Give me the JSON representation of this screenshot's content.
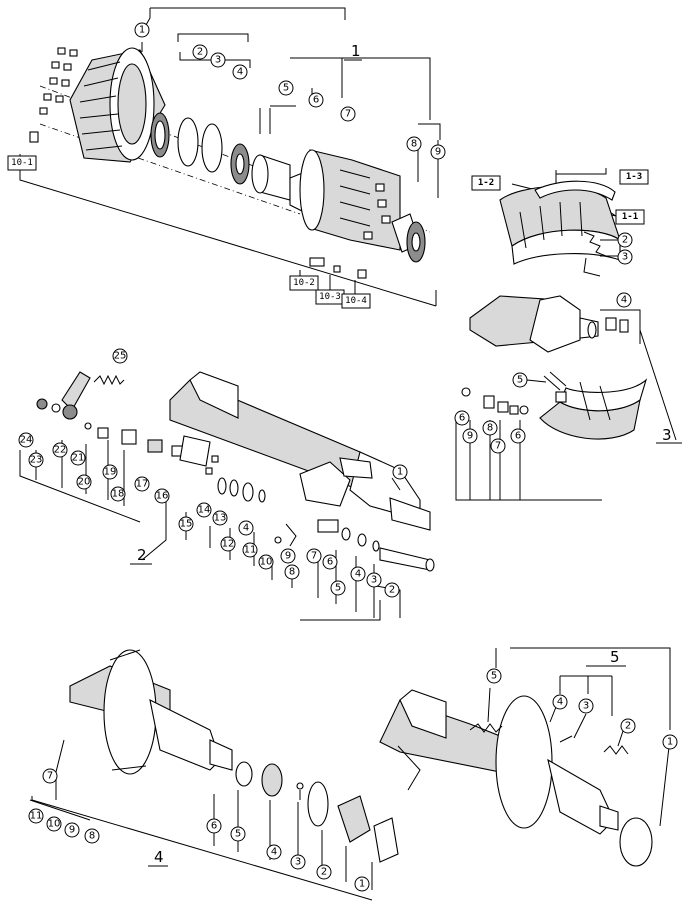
{
  "groups": [
    {
      "label": "1"
    },
    {
      "label": "2"
    },
    {
      "label": "3"
    },
    {
      "label": "4"
    },
    {
      "label": "5"
    }
  ],
  "assembly1": {
    "callouts": [
      "1",
      "2",
      "3",
      "4",
      "5",
      "6",
      "7",
      "8",
      "9"
    ],
    "refs": [
      "10-1",
      "10-2",
      "10-3",
      "10-4"
    ]
  },
  "assembly2": {
    "callouts": [
      "1",
      "2",
      "3",
      "4",
      "5",
      "6",
      "7",
      "8",
      "9",
      "10",
      "11",
      "12",
      "13",
      "14",
      "15",
      "16",
      "17",
      "18",
      "19",
      "20",
      "21",
      "22",
      "23",
      "24",
      "25"
    ],
    "extra_4": "4"
  },
  "assembly3": {
    "refs": [
      "1-2",
      "1-3",
      "1-1"
    ],
    "callouts": [
      "2",
      "3",
      "4",
      "5",
      "6",
      "9",
      "8",
      "7",
      "6"
    ]
  },
  "assembly4": {
    "callouts": [
      "1",
      "2",
      "3",
      "4",
      "5",
      "6",
      "7",
      "8",
      "9",
      "10",
      "11"
    ]
  },
  "assembly5": {
    "callouts": [
      "1",
      "2",
      "3",
      "4",
      "5"
    ]
  }
}
